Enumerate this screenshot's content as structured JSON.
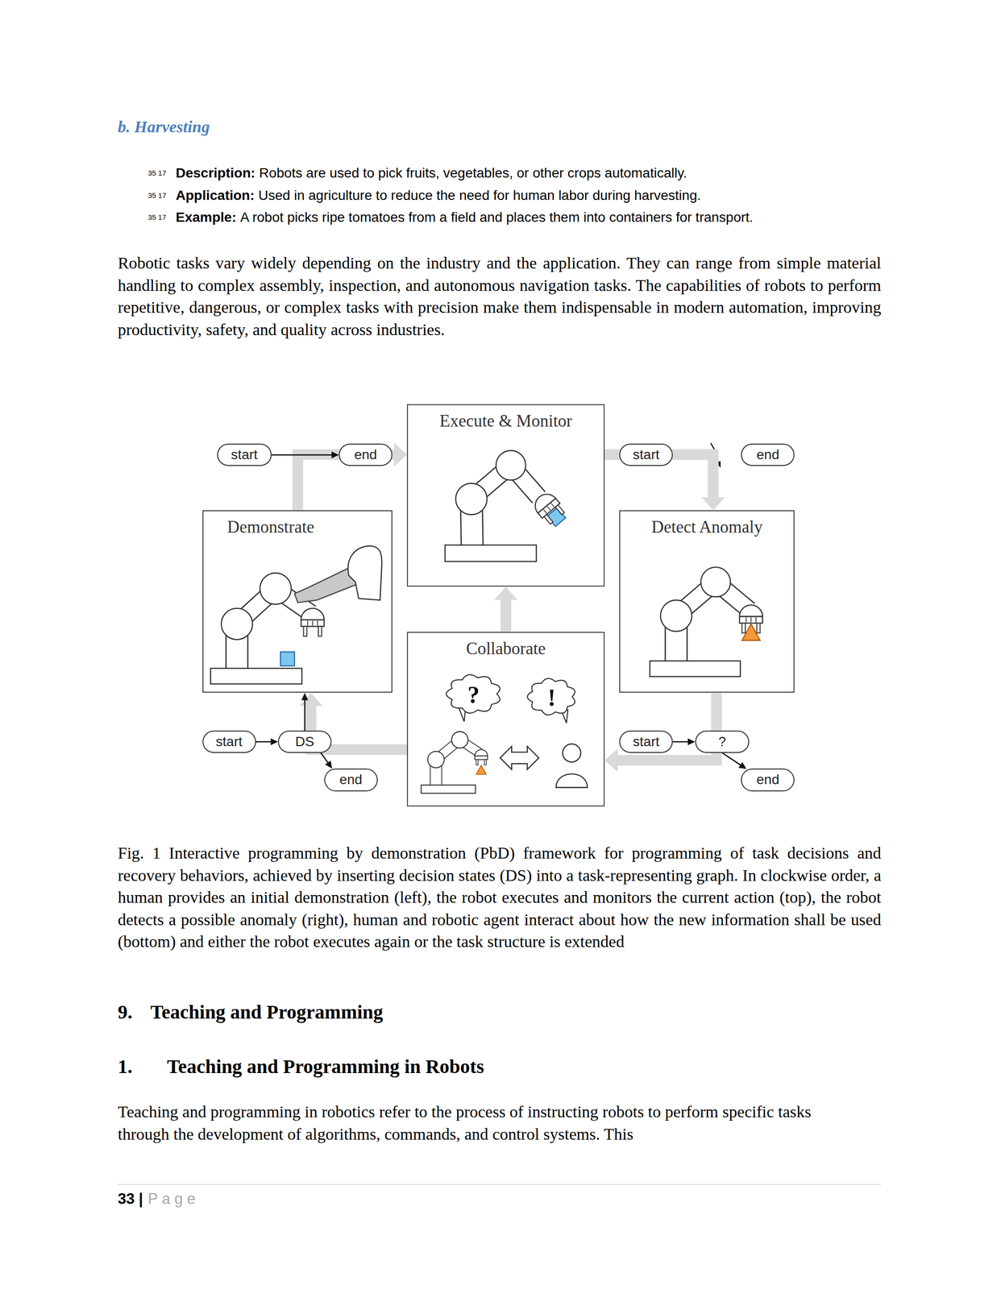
{
  "diagram": {
    "caption": "Fig. 1 Interactive programming by demonstration (PbD) framework for programming of task decisions and recovery behaviors, achieved by inserting decision states (DS) into a task-representing graph. In clockwise order, a human provides an initial demonstration (left), the robot executes and monitors the current action (top), the robot detects a possible anomaly (right), human and robotic agent interact about how the new information shall be used (bottom) and either the robot executes again or the task structure is extended",
    "nodes": [
      {
        "text": [
          "Execute & Monitor"
        ]
      },
      {
        "text": [
          "start"
        ]
      },
      {
        "text": [
          "end"
        ]
      },
      {
        "text": [
          "start"
        ]
      },
      {
        "text": [
          "end"
        ]
      },
      {
        "text": [
          "Demonstrate"
        ]
      },
      {
        "text": [
          "Detect Anomaly"
        ]
      },
      {
        "text": [
          "Collaborate"
        ]
      },
      {
        "text": [
          "?"
        ],
        "in": 7
      },
      {
        "text": [
          "!"
        ],
        "in": 7
      },
      {
        "text": [
          "start"
        ]
      },
      {
        "text": [
          "DS"
        ]
      },
      {
        "text": [
          "end"
        ]
      },
      {
        "text": [
          "start"
        ]
      },
      {
        "text": [
          "?"
        ]
      },
      {
        "text": [
          "end"
        ]
      }
    ],
    "edges": [
      {
        "from": 1,
        "to": 2,
        "arrow": "to"
      },
      {
        "from": 10,
        "to": 11,
        "arrow": "to"
      },
      {
        "from": 11,
        "to": 5,
        "arrow": "to"
      },
      {
        "from": 11,
        "to": 12,
        "arrow": "to"
      },
      {
        "from": 13,
        "to": 14,
        "arrow": "to"
      },
      {
        "from": 14,
        "to": 15,
        "arrow": "to"
      },
      {
        "from": 5,
        "to": 0,
        "arrow": "to"
      },
      {
        "from": 0,
        "to": 6,
        "arrow": "to"
      },
      {
        "from": 6,
        "to": 7,
        "arrow": "to"
      },
      {
        "from": 7,
        "to": 0,
        "arrow": "to"
      },
      {
        "from": 7,
        "to": 5,
        "arrow": "to"
      }
    ],
    "labels": [
      "b. Harvesting",
      "35 17",
      "Description:",
      "Robots are used to pick fruits, vegetables, or other crops automatically.",
      "35 17",
      "Application:",
      "Used in agriculture to reduce the need for human labor during harvesting.",
      "35 17",
      "Example:",
      "A robot picks ripe tomatoes from a field and places them into containers for transport.",
      "Robotic tasks vary widely depending on the industry and the application. They can range from simple material handling to complex assembly, inspection, and autonomous navigation tasks. The capabilities of robots to perform repetitive, dangerous, or complex tasks with precision make them indispensable in modern automation, improving productivity, safety, and quality across industries.",
      "9.",
      "Teaching and Programming",
      "1.",
      "Teaching and Programming in Robots",
      "Teaching and programming in robotics refer to the process of instructing robots to perform specific tasks through the development of algorithms, commands, and control systems. This",
      "33 |",
      "P a g e"
    ]
  }
}
